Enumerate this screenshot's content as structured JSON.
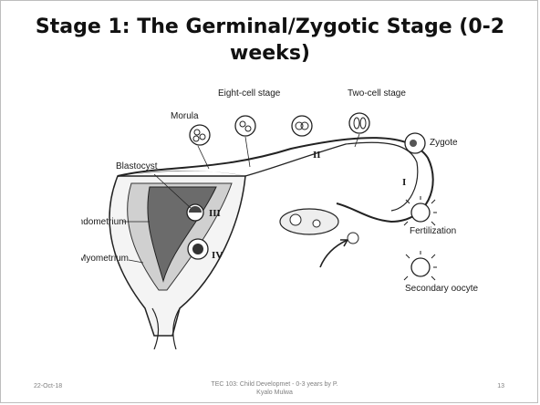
{
  "slide": {
    "title": "Stage 1: The Germinal/Zygotic Stage (0-2 weeks)"
  },
  "diagram": {
    "labels": {
      "eight_cell": "Eight-cell stage",
      "two_cell": "Two-cell stage",
      "morula": "Morula",
      "blastocyst": "Blastocyst",
      "zygote": "Zygote",
      "endometrium": "Endometrium",
      "myometrium": "Myometrium",
      "fertilization": "Fertilization",
      "secondary_oocyte": "Secondary oocyte"
    },
    "numerals": [
      "I",
      "II",
      "III",
      "IV"
    ]
  },
  "footer": {
    "date": "22-Oct-18",
    "course": "TEC 103: Child Developmet - 0-3 years by P. Kyalo Mulwa",
    "page": "13"
  }
}
